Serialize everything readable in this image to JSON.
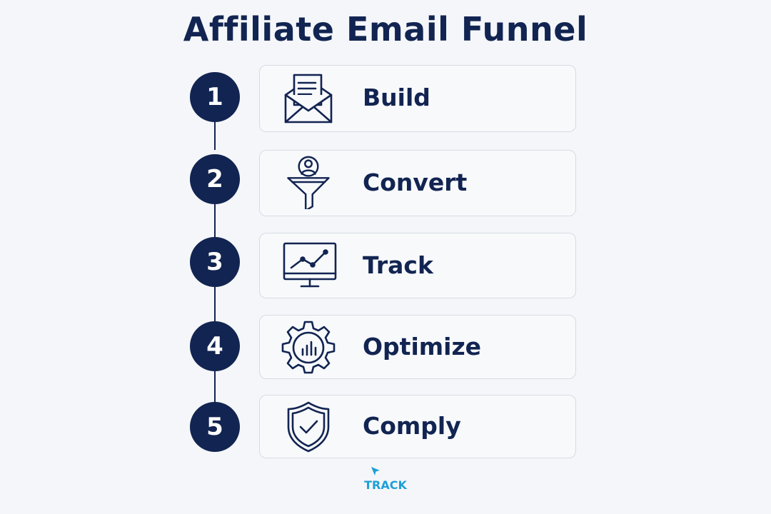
{
  "title": "Affiliate Email Funnel",
  "accent_color": "#122451",
  "footer_color": "#1e9fd6",
  "steps": [
    {
      "number": "1",
      "label": "Build",
      "icon": "envelope-document-icon"
    },
    {
      "number": "2",
      "label": "Convert",
      "icon": "funnel-person-icon"
    },
    {
      "number": "3",
      "label": "Track",
      "icon": "monitor-line-chart-icon"
    },
    {
      "number": "4",
      "label": "Optimize",
      "icon": "gear-bar-chart-icon"
    },
    {
      "number": "5",
      "label": "Comply",
      "icon": "shield-check-icon"
    }
  ],
  "footer": {
    "icon": "cursor-arrow-icon",
    "label": "TRACK"
  }
}
